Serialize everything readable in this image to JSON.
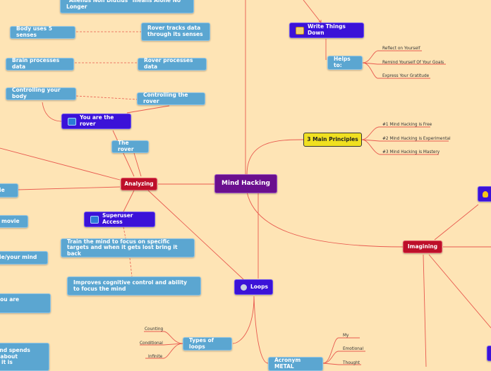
{
  "central": "Mind Hacking",
  "branches": {
    "write": "Write Things Down",
    "helps": "Helps to:",
    "principles": "3 Main Principles",
    "analyzing": "Analyzing",
    "imagining": "Imagining",
    "loops": "Loops",
    "rover": "You are the rover",
    "the_rover": "The rover",
    "superuser": "Superuser Access",
    "types": "Types of loops",
    "acronym": "Acronym METAL"
  },
  "helps_leaves": [
    "Reflect on Yourself",
    "Remind Yourself Of Your Goals",
    "Express Your Gratitude"
  ],
  "principle_leaves": [
    "#1 Mind Hacking is Free",
    "#2 Mind Hacking is Experimental",
    "#3 Mind Hacking is Mastery"
  ],
  "loop_types": [
    "Counting",
    "Conditional",
    "Infinite"
  ],
  "metal_leaves": [
    "My",
    "Emotional",
    "Thought"
  ],
  "blue_nodes": {
    "alienus": "\"Alienus Non Diutius\" means Alone No Longer",
    "body_senses": "Body uses 5 senses",
    "rover_tracks": "Rover tracks data through its senses",
    "brain_data": "Brain processes data",
    "rover_data": "Rover processes data",
    "controlling_body": "Controlling your body",
    "controlling_rover": "Controlling the rover",
    "train_mind": "Train the mind to focus on specific targets and when it gets lost bring it back",
    "cognitive": "Improves cognitive control and ability to focus the mind",
    "left_movie": "ovie",
    "left_the_movie": "he movie",
    "left_movie_your": "ovie/your mind",
    "left_what": "t you are",
    "left_what2": "nd",
    "left_spends": "mind spends",
    "left_spends2": "re about",
    "left_spends3": "en it is"
  },
  "colors": {
    "background": "#FEE4B5",
    "line": "#E85A4F",
    "central": "#6A0F8E",
    "red_node": "#BD0F2A",
    "purple_node": "#3B12D8",
    "blue_node": "#5BA6D1",
    "yellow_node": "#F0E020"
  },
  "icons": {
    "write": "notepad-icon",
    "rover": "computer-icon",
    "superuser": "computer-icon",
    "loops": "cd-icon",
    "idea": "lightbulb-icon"
  }
}
